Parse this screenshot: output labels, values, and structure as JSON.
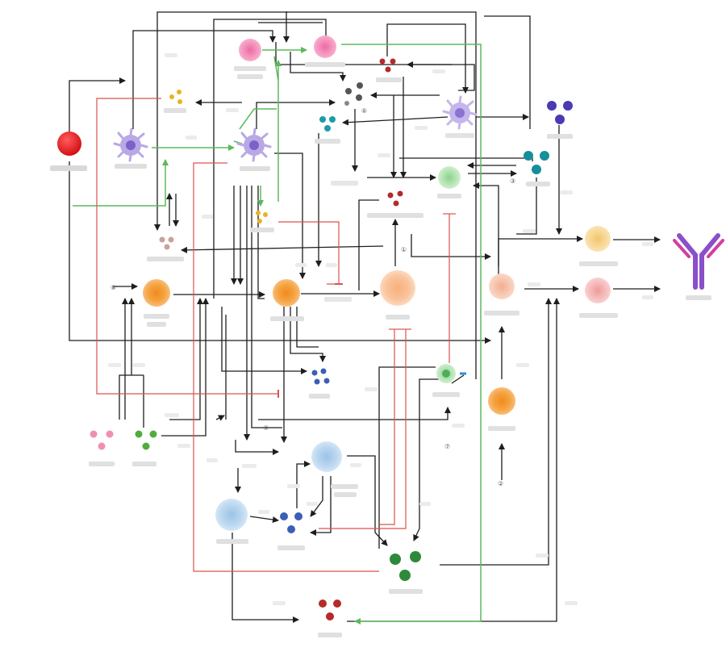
{
  "diagram": {
    "markers": [
      {
        "key": "m1",
        "text": "⑧"
      },
      {
        "key": "m2",
        "text": "⑥"
      },
      {
        "key": "m3",
        "text": "③"
      },
      {
        "key": "m4",
        "text": "①"
      },
      {
        "key": "m5",
        "text": "②"
      },
      {
        "key": "m6",
        "text": "⑦"
      },
      {
        "key": "m7",
        "text": "④"
      }
    ],
    "colors": {
      "activation_green": "#5cb85c",
      "inhibition_red": "#d9534f",
      "arrow_black": "#1e1e1e",
      "antibody_purple": "#8a4fc9",
      "antibody_magenta": "#d040a0"
    }
  }
}
